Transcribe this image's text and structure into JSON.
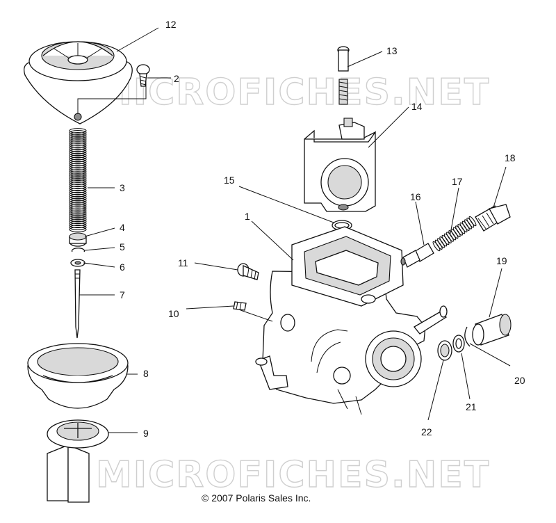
{
  "watermark": {
    "text_top": "MICROFICHES.NET",
    "text_bottom": "MICROFICHES.NET"
  },
  "copyright": "© 2007 Polaris Sales Inc.",
  "callouts": [
    "12",
    "2",
    "3",
    "4",
    "5",
    "6",
    "7",
    "8",
    "9",
    "13",
    "14",
    "15",
    "1",
    "11",
    "10",
    "16",
    "17",
    "18",
    "19",
    "20",
    "21",
    "22"
  ]
}
